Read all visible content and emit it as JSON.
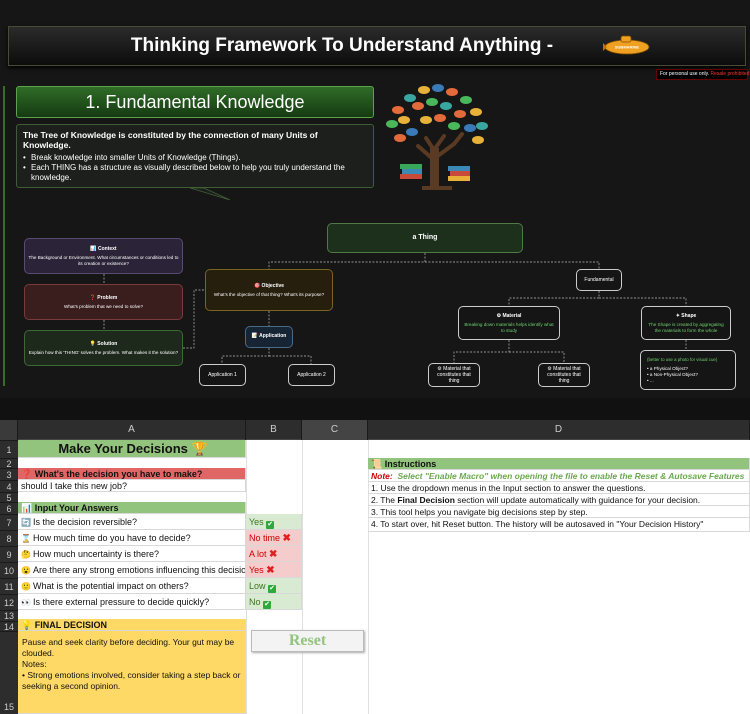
{
  "banner": {
    "title": "Thinking Framework To Understand Anything -",
    "logo_text": "SUBMARINE"
  },
  "personal_note": {
    "text": "For personal use only.",
    "red": "Resale prohibited",
    "close": "✖"
  },
  "knowledge": {
    "header": "1. Fundamental Knowledge",
    "intro": "The Tree of Knowledge is constituted by the connection of many Units of Knowledge.",
    "bullets": [
      "Break knowledge into smaller Units of Knowledge (Things).",
      "Each THING has a structure as visually described below to help you truly understand the knowledge."
    ]
  },
  "mindmap": {
    "context": {
      "title": "📊 Context",
      "desc": "The Background or Environment. What circumstances or conditions led to its creation or existence?"
    },
    "problem": {
      "title": "❓ Problem",
      "desc": "What's problem that we need to solve?"
    },
    "solution": {
      "title": "💡 Solution",
      "desc": "Explain how this 'THING' solves the problem. What makes it the solution?"
    },
    "objective": {
      "title": "🎯 Objective",
      "desc": "What's the objective of that thing? What's its purpose?"
    },
    "application": {
      "title": "📝 Application"
    },
    "app1": "Application 1",
    "app2": "Application 2",
    "a_thing": "a Thing",
    "fundamental": "Fundamental",
    "material": {
      "title": "⚙ Material",
      "desc": "Breaking down materials helps identify what to study"
    },
    "shape": {
      "title": "✦ Shape",
      "desc": "The Shape is created by aggregating the materials to form the whole"
    },
    "mat1": "⚙ Material that constitutes that thing",
    "mat2": "⚙ Material that constitutes that thing",
    "photo": {
      "note": "(better to use a photo for visual cue)",
      "items": [
        "a Physical Object?",
        "a Non-Physical Object?",
        "..."
      ]
    }
  },
  "sheet": {
    "columns": [
      "A",
      "B",
      "C",
      "D"
    ],
    "rows": [
      "1",
      "2",
      "3",
      "4",
      "5",
      "6",
      "7",
      "8",
      "9",
      "10",
      "11",
      "12",
      "13",
      "14",
      "15"
    ],
    "title": "Make Your Decisions 🏆",
    "decision_q": "❓ What's the decision you have to make?",
    "decision_answer": "should I take this new job?",
    "input_header": "📊 Input Your Answers",
    "questions": [
      {
        "icon": "🔄",
        "q": "Is the decision reversible?",
        "a": "Yes",
        "mark": "✔"
      },
      {
        "icon": "⌛",
        "q": "How much time do you have to decide?",
        "a": "No time",
        "mark": "✖"
      },
      {
        "icon": "🤔",
        "q": "How much uncertainty is there?",
        "a": "A lot",
        "mark": "✖"
      },
      {
        "icon": "😮",
        "q": "Are there any strong emotions influencing this decision?",
        "a": "Yes",
        "mark": "✖"
      },
      {
        "icon": "🙂",
        "q": "What is the potential impact on others?",
        "a": "Low",
        "mark": "✔"
      },
      {
        "icon": "👀",
        "q": "Is there external pressure to decide quickly?",
        "a": "No",
        "mark": "✔"
      }
    ],
    "final_header": "💡 FINAL DECISION",
    "final_text": "Pause and seek clarity before deciding. Your gut may be clouded.\nNotes:\n• Strong emotions involved, consider taking a step back or seeking a second opinion.",
    "reset_label": "Reset",
    "instructions_header": "📜 Instructions",
    "note_label": "Note:",
    "note_text": "Select \"Enable Macro\" when opening the file to enable the Reset & Autosave Features",
    "instr": [
      "1. Use the dropdown menus in the Input section to answer the questions.",
      "2. The ",
      "Final Decision",
      " section will update automatically with guidance for your decision.",
      "3. This tool helps you navigate big decisions step by step.",
      "4. To start over, hit Reset button. The history will be autosaved in \"Your Decision History\""
    ]
  }
}
